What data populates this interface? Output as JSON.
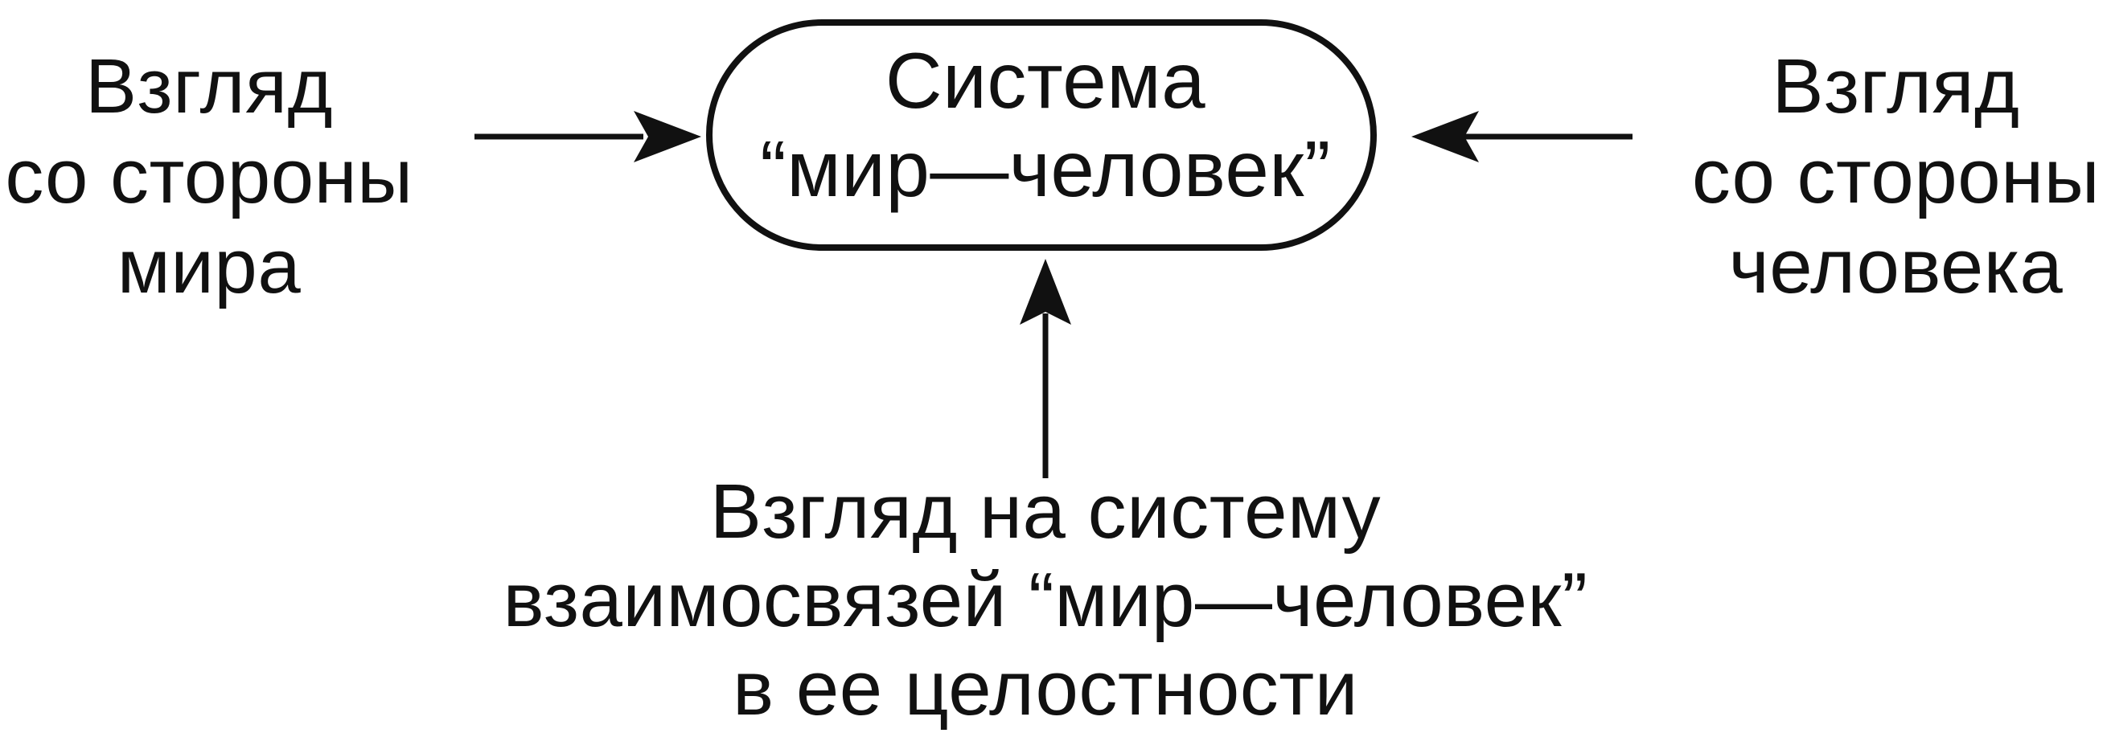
{
  "diagram": {
    "center_node": {
      "line1": "Система",
      "line2": "“мир—человек”"
    },
    "left_view": {
      "line1": "Взгляд",
      "line2": "со стороны",
      "line3": "мира"
    },
    "right_view": {
      "line1": "Взгляд",
      "line2": "со стороны",
      "line3": "человека"
    },
    "bottom_view": {
      "line1": "Взгляд на систему",
      "line2": "взаимосвязей “мир—человек”",
      "line3": "в ее целостности"
    },
    "edges": [
      {
        "from": "left_view",
        "to": "center_node"
      },
      {
        "from": "right_view",
        "to": "center_node"
      },
      {
        "from": "bottom_view",
        "to": "center_node"
      }
    ]
  }
}
